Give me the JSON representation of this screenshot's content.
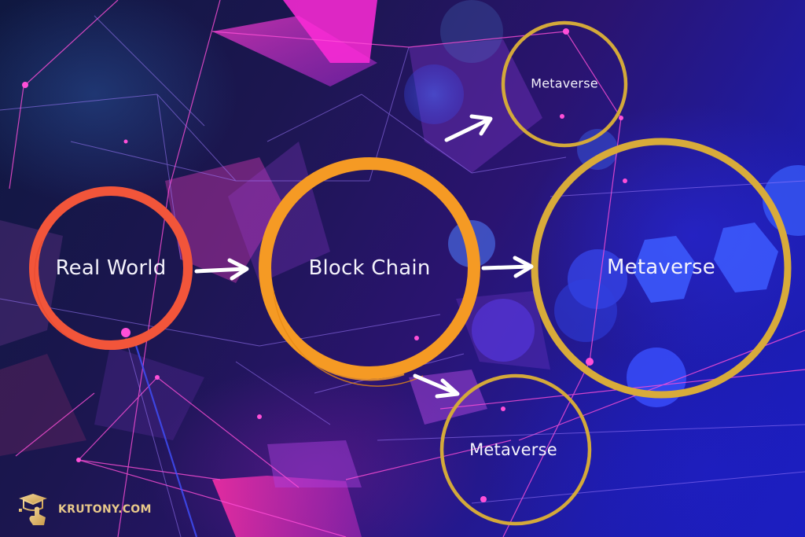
{
  "diagram": {
    "nodes": [
      {
        "id": "real-world",
        "label": "Real World",
        "ring_color": "#f2553a"
      },
      {
        "id": "block-chain",
        "label": "Block Chain",
        "ring_color": "#f59a24"
      },
      {
        "id": "metaverse-top",
        "label": "Metaverse",
        "ring_color": "#d4a93a"
      },
      {
        "id": "metaverse-main",
        "label": "Metaverse",
        "ring_color": "#d4a93a"
      },
      {
        "id": "metaverse-bottom",
        "label": "Metaverse",
        "ring_color": "#d4a93a"
      }
    ],
    "edges": [
      {
        "from": "real-world",
        "to": "block-chain"
      },
      {
        "from": "block-chain",
        "to": "metaverse-top"
      },
      {
        "from": "block-chain",
        "to": "metaverse-main"
      },
      {
        "from": "block-chain",
        "to": "metaverse-bottom"
      }
    ],
    "arrow_color": "#ffffff",
    "text_color": "#f4f2fb"
  },
  "branding": {
    "logo_icon": "graduation-cap-pointing-hand-icon",
    "site_name": "KRUTONY.COM",
    "color": "#e8c98a"
  }
}
